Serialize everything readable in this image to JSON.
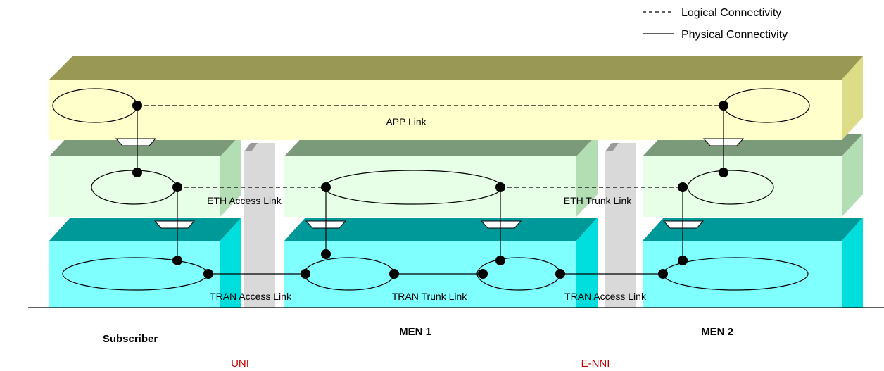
{
  "legend": {
    "logical": "Logical Connectivity",
    "physical": "Physical Connectivity"
  },
  "links": {
    "app": "APP Link",
    "eth_access": "ETH Access Link",
    "eth_trunk": "ETH Trunk Link",
    "tran_access_left": "TRAN Access Link",
    "tran_trunk": "TRAN Trunk Link",
    "tran_access_right": "TRAN Access Link"
  },
  "domains": {
    "subscriber": "Subscriber",
    "men1": "MEN 1",
    "men2": "MEN 2"
  },
  "interfaces": {
    "uni": "UNI",
    "enni": "E-NNI"
  },
  "colors": {
    "app_front": "#FFFFCC",
    "app_top": "#999955",
    "app_side": "#DDDD88",
    "eth_front": "#E6FFE6",
    "eth_top": "#7A9A7A",
    "eth_side": "#B3DDB3",
    "tran_front": "#80FFFF",
    "tran_top": "#009999",
    "tran_side": "#00DDDD",
    "divider_front": "#D9D9D9",
    "divider_top": "#999999"
  }
}
